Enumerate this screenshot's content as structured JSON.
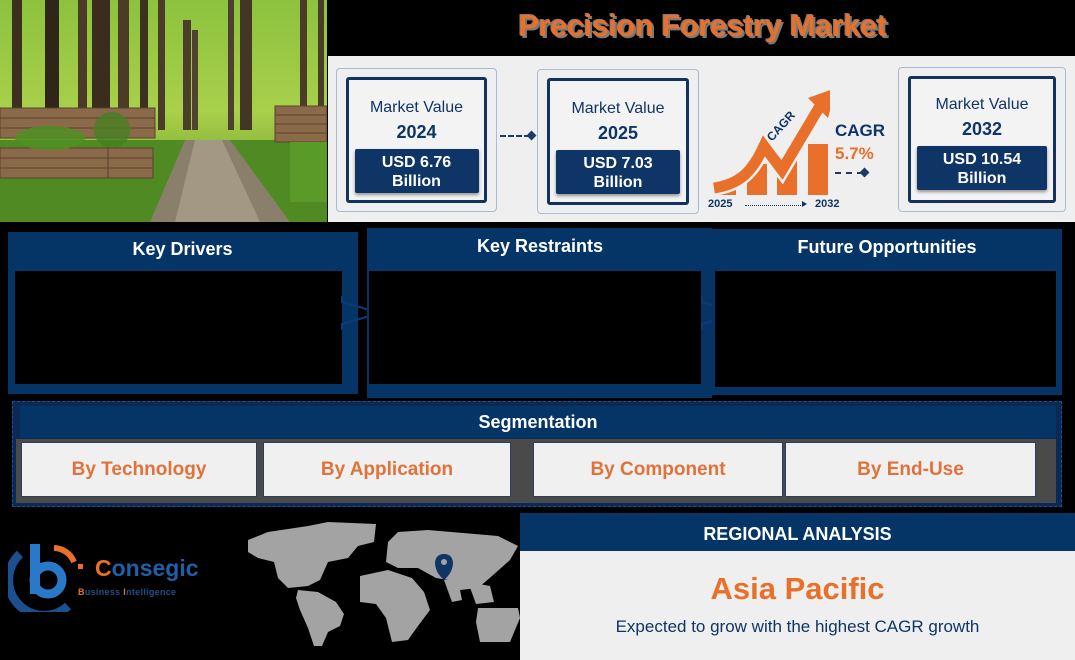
{
  "title": "Precision Forestry Market",
  "market_values": [
    {
      "label": "Market Value",
      "year": "2024",
      "value_line1": "USD 6.76",
      "value_line2": "Billion"
    },
    {
      "label": "Market Value",
      "year": "2025",
      "value_line1": "USD 7.03",
      "value_line2": "Billion"
    },
    {
      "label": "Market Value",
      "year": "2032",
      "value_line1": "USD 10.54",
      "value_line2": "Billion"
    }
  ],
  "cagr": {
    "graphic_label": "CAGR",
    "title": "CAGR",
    "value": "5.7%",
    "start_year": "2025",
    "end_year": "2032"
  },
  "key_sections": [
    {
      "title": "Key Drivers"
    },
    {
      "title": "Key Restraints"
    },
    {
      "title": "Future Opportunities"
    }
  ],
  "segmentation": {
    "title": "Segmentation",
    "items": [
      "By Technology",
      "By Application",
      "By Component",
      "By End-Use"
    ]
  },
  "logo": {
    "name_initial": "C",
    "name_rest": "onsegic",
    "sub_b": "B",
    "sub_usiness": "usiness ",
    "sub_i": "I",
    "sub_ntelligence": "ntelligence"
  },
  "regional": {
    "header": "REGIONAL ANALYSIS",
    "region": "Asia Pacific",
    "description": "Expected to grow with the highest CAGR growth"
  },
  "colors": {
    "navy": "#053566",
    "orange": "#e8702a",
    "panel": "#efefef"
  }
}
